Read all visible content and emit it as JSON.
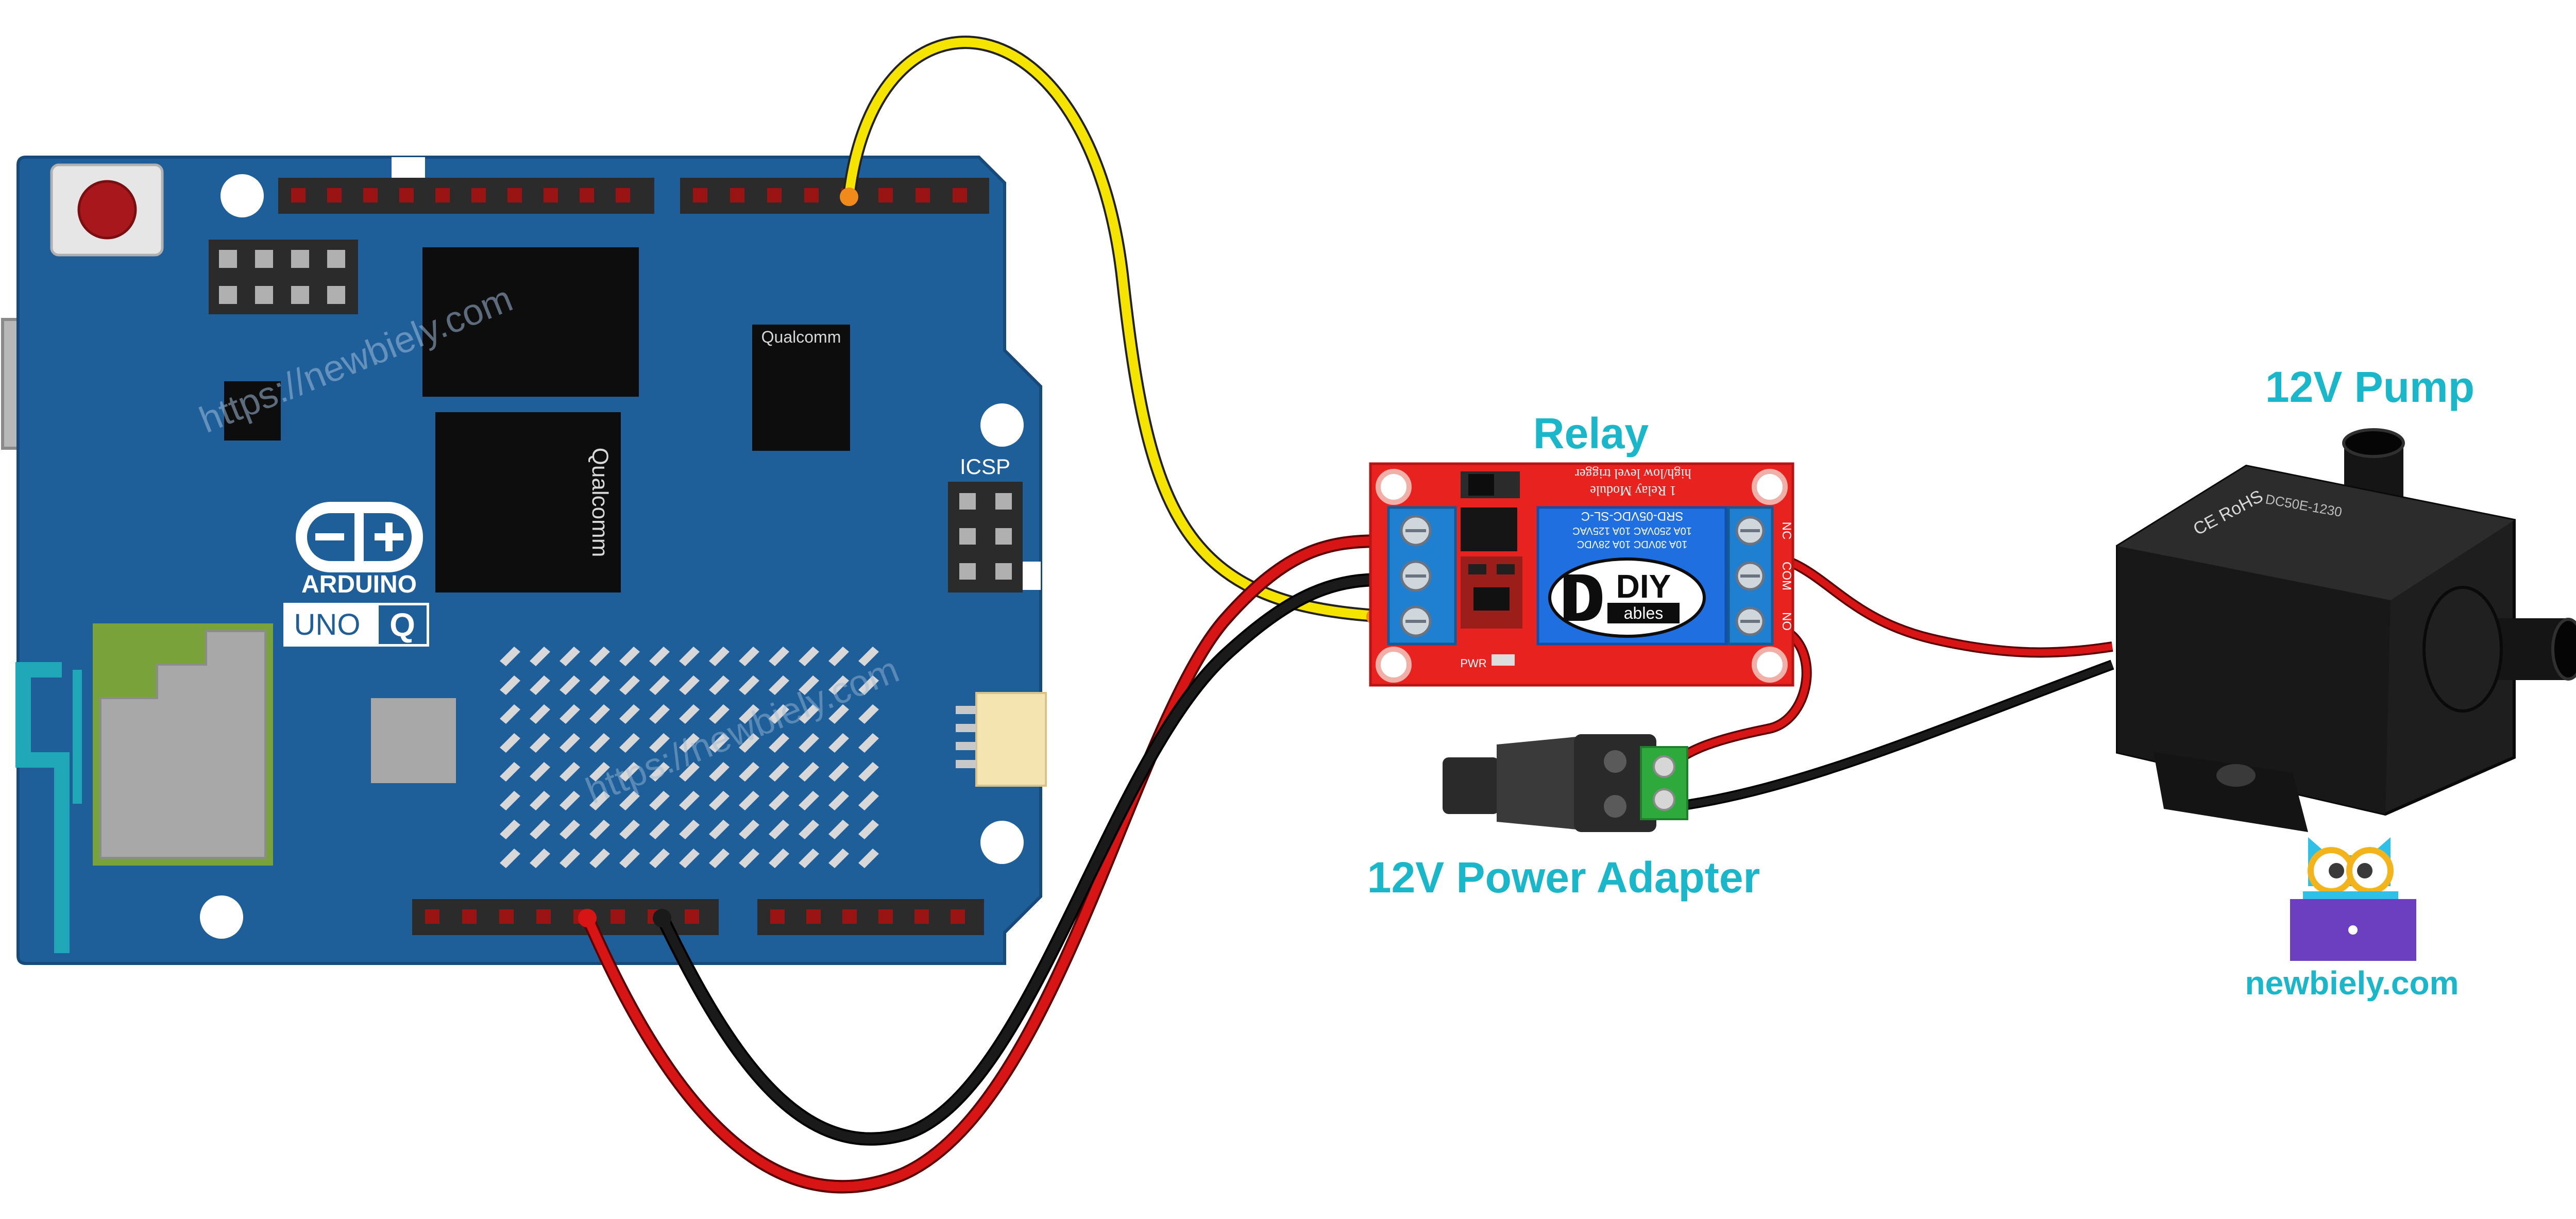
{
  "labels": {
    "relay": "Relay",
    "pump": "12V Pump",
    "adapter": "12V Power Adapter",
    "brand": "newbiely.com",
    "watermark": "https://newbiely.com"
  },
  "arduino": {
    "brand": "ARDUINO",
    "model": "UNO",
    "variant": "Q",
    "icsp": "ICSP",
    "chip_vendor": "Qualcomm"
  },
  "relay_module": {
    "brand_top": "DIY",
    "brand_bottom": "ables",
    "title": "1 Relay Module",
    "trigger": "high/low level trigger",
    "part_number": "SRD-05VDC-SL-C",
    "rating_1": "10A 250VAC 10A 125VAC",
    "rating_2": "10A 30VDC 10A 28VDC",
    "pin_nc": "NC",
    "pin_com": "COM",
    "pin_no": "NO",
    "pin_pwr": "PWR"
  },
  "pump": {
    "model_text": "DC50E-1230",
    "marks": "CE RoHS"
  },
  "colors": {
    "board_blue": "#1f5f99",
    "header_black": "#2b2b2b",
    "relay_red": "#e8231f",
    "terminal_blue": "#1f7fd1",
    "relay_coil_blue": "#1f6fe0",
    "wire_yellow": "#f5e400",
    "wire_red": "#d81515",
    "wire_black": "#1a1a1a",
    "label_teal": "#19b7c9",
    "pump_black": "#1e1e1e",
    "adapter_green": "#2eaa3c"
  }
}
